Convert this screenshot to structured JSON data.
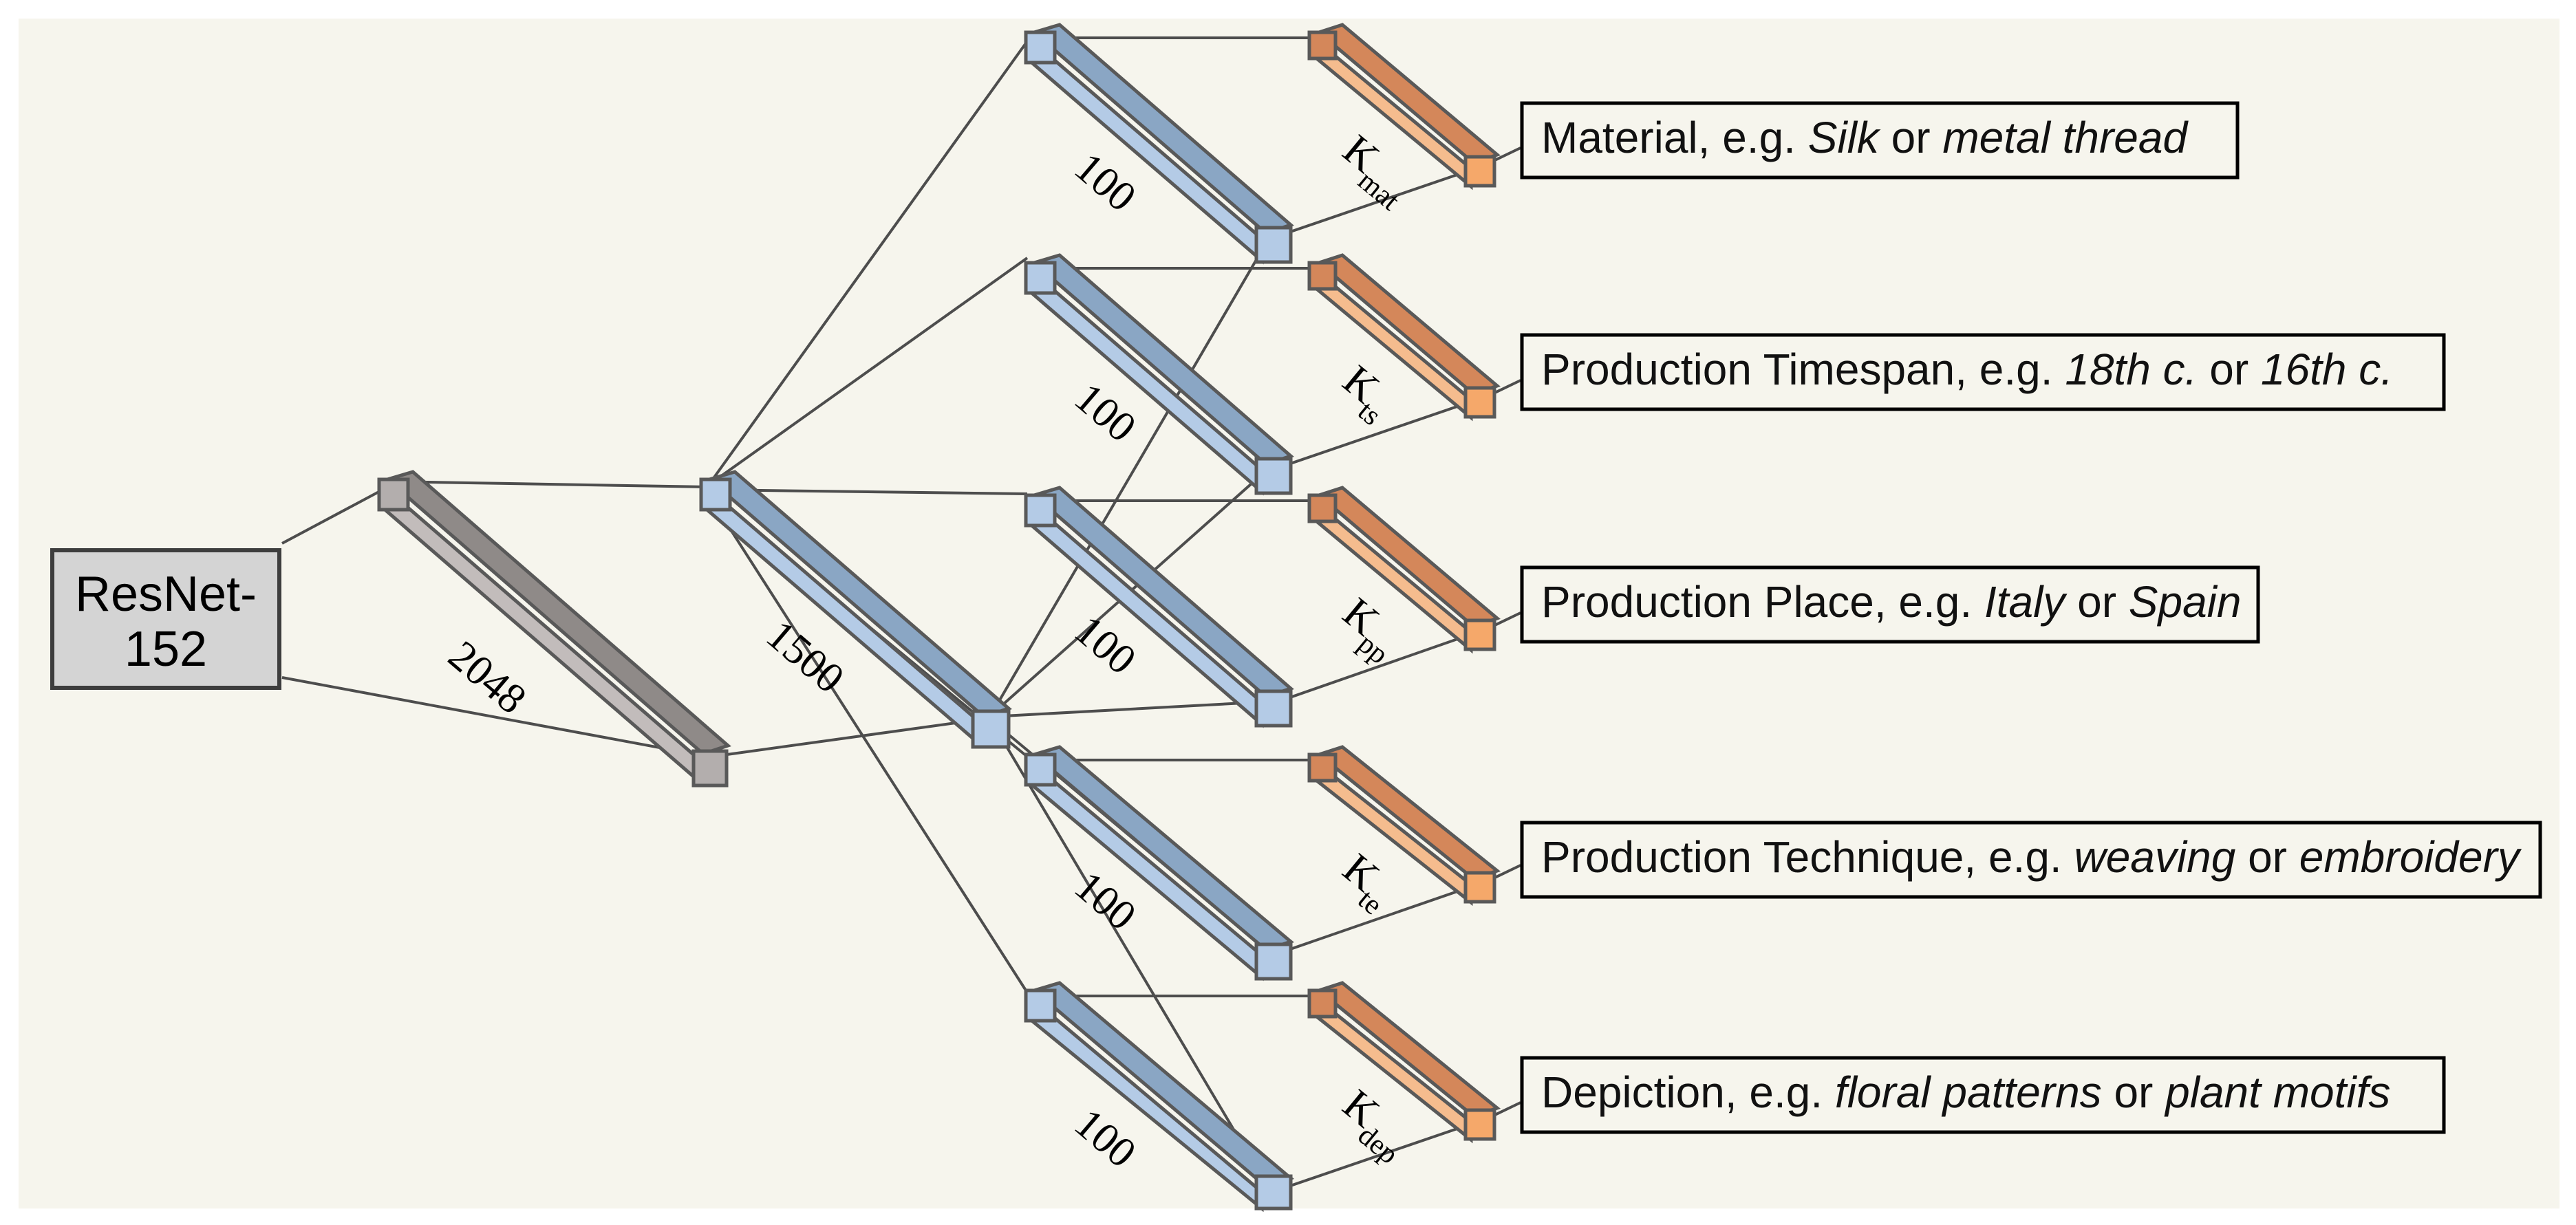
{
  "canvas": {
    "background": "#f6f5ed",
    "page_background": "#ffffff"
  },
  "colors": {
    "gray_bar_front": "#c2bcbb",
    "gray_bar_top": "#8f8a88",
    "blue_bar_front": "#b4cbe6",
    "blue_bar_top": "#8aa6c4",
    "orange_bar_front": "#f5bc8e",
    "orange_bar_top": "#d4875a",
    "node_gray": "#b3aead",
    "node_blue": "#b4cbe6",
    "node_orange": "#f5a86a",
    "outline": "#595959",
    "edge": "#4d4d4d",
    "resnet_fill": "#d4d4d4",
    "box_border": "#000000"
  },
  "backbone": {
    "name": "ResNet-152",
    "line1": "ResNet-",
    "line2": "152"
  },
  "feature_bars": [
    {
      "id": "feat-2048",
      "label": "2048",
      "color": "gray"
    },
    {
      "id": "feat-1500",
      "label": "1500",
      "color": "blue"
    }
  ],
  "branches": [
    {
      "id": "mat",
      "hidden_label": "100",
      "k_main": "K",
      "k_sub": "mat",
      "k_full": "Kmat",
      "desc_prefix": "Material, e.g. ",
      "desc_ex1": "Silk",
      "desc_mid": " or ",
      "desc_ex2": "metal thread",
      "desc_full": "Material, e.g. Silk or metal thread"
    },
    {
      "id": "ts",
      "hidden_label": "100",
      "k_main": "K",
      "k_sub": "ts",
      "k_full": "Kts",
      "desc_prefix": "Production Timespan, e.g. ",
      "desc_ex1": "18th c.",
      "desc_mid": " or ",
      "desc_ex2": "16th c.",
      "desc_full": "Production Timespan, e.g. 18th c. or 16th c."
    },
    {
      "id": "pp",
      "hidden_label": "100",
      "k_main": "K",
      "k_sub": "pp",
      "k_full": "Kpp",
      "desc_prefix": "Production Place, e.g. ",
      "desc_ex1": "Italy",
      "desc_mid": " or ",
      "desc_ex2": "Spain",
      "desc_full": "Production Place, e.g. Italy or Spain"
    },
    {
      "id": "te",
      "hidden_label": "100",
      "k_main": "K",
      "k_sub": "te",
      "k_full": "Kte",
      "desc_prefix": "Production Technique, e.g. ",
      "desc_ex1": "weaving",
      "desc_mid": " or ",
      "desc_ex2": "embroidery",
      "desc_full": "Production Technique, e.g. weaving or embroidery"
    },
    {
      "id": "dep",
      "hidden_label": "100",
      "k_main": "K",
      "k_sub": "dep",
      "k_full": "Kdep",
      "desc_prefix": "Depiction, e.g. ",
      "desc_ex1": "floral patterns",
      "desc_mid": " or ",
      "desc_ex2": "plant motifs",
      "desc_full": "Depiction, e.g. floral patterns or plant motifs"
    }
  ]
}
